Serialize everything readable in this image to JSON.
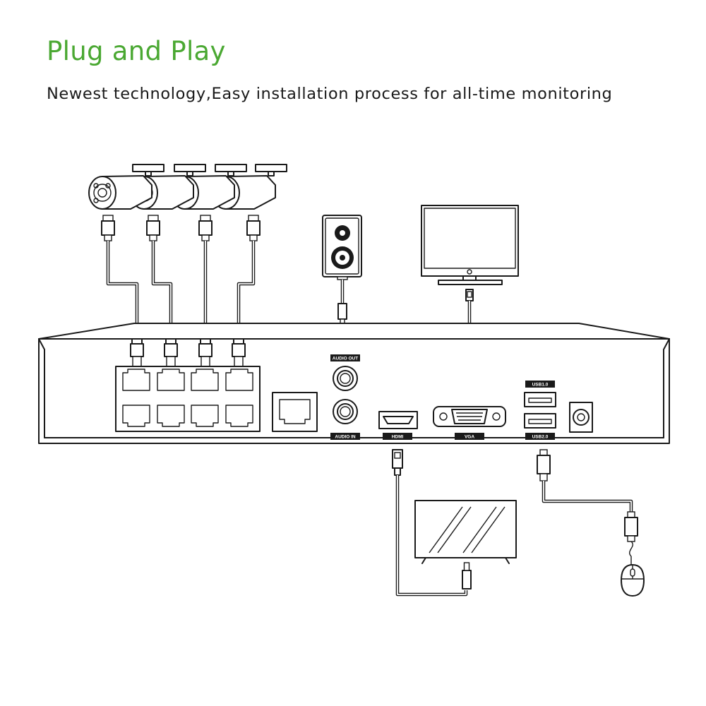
{
  "header": {
    "title": "Plug and Play",
    "subtitle": "Newest technology,Easy installation process for all-time monitoring"
  },
  "nvr_labels": {
    "audio_out": "AUDIO OUT",
    "audio_in": "AUDIO IN",
    "hdmi": "HDMI",
    "vga": "VGA",
    "usb1": "USB1.0",
    "usb2": "USB2.0"
  },
  "colors": {
    "title": "#4aa832",
    "line": "#1a1a1a",
    "background": "#ffffff"
  },
  "devices": {
    "cameras": 4,
    "poe_ports": 8,
    "lan_ports": 1
  }
}
